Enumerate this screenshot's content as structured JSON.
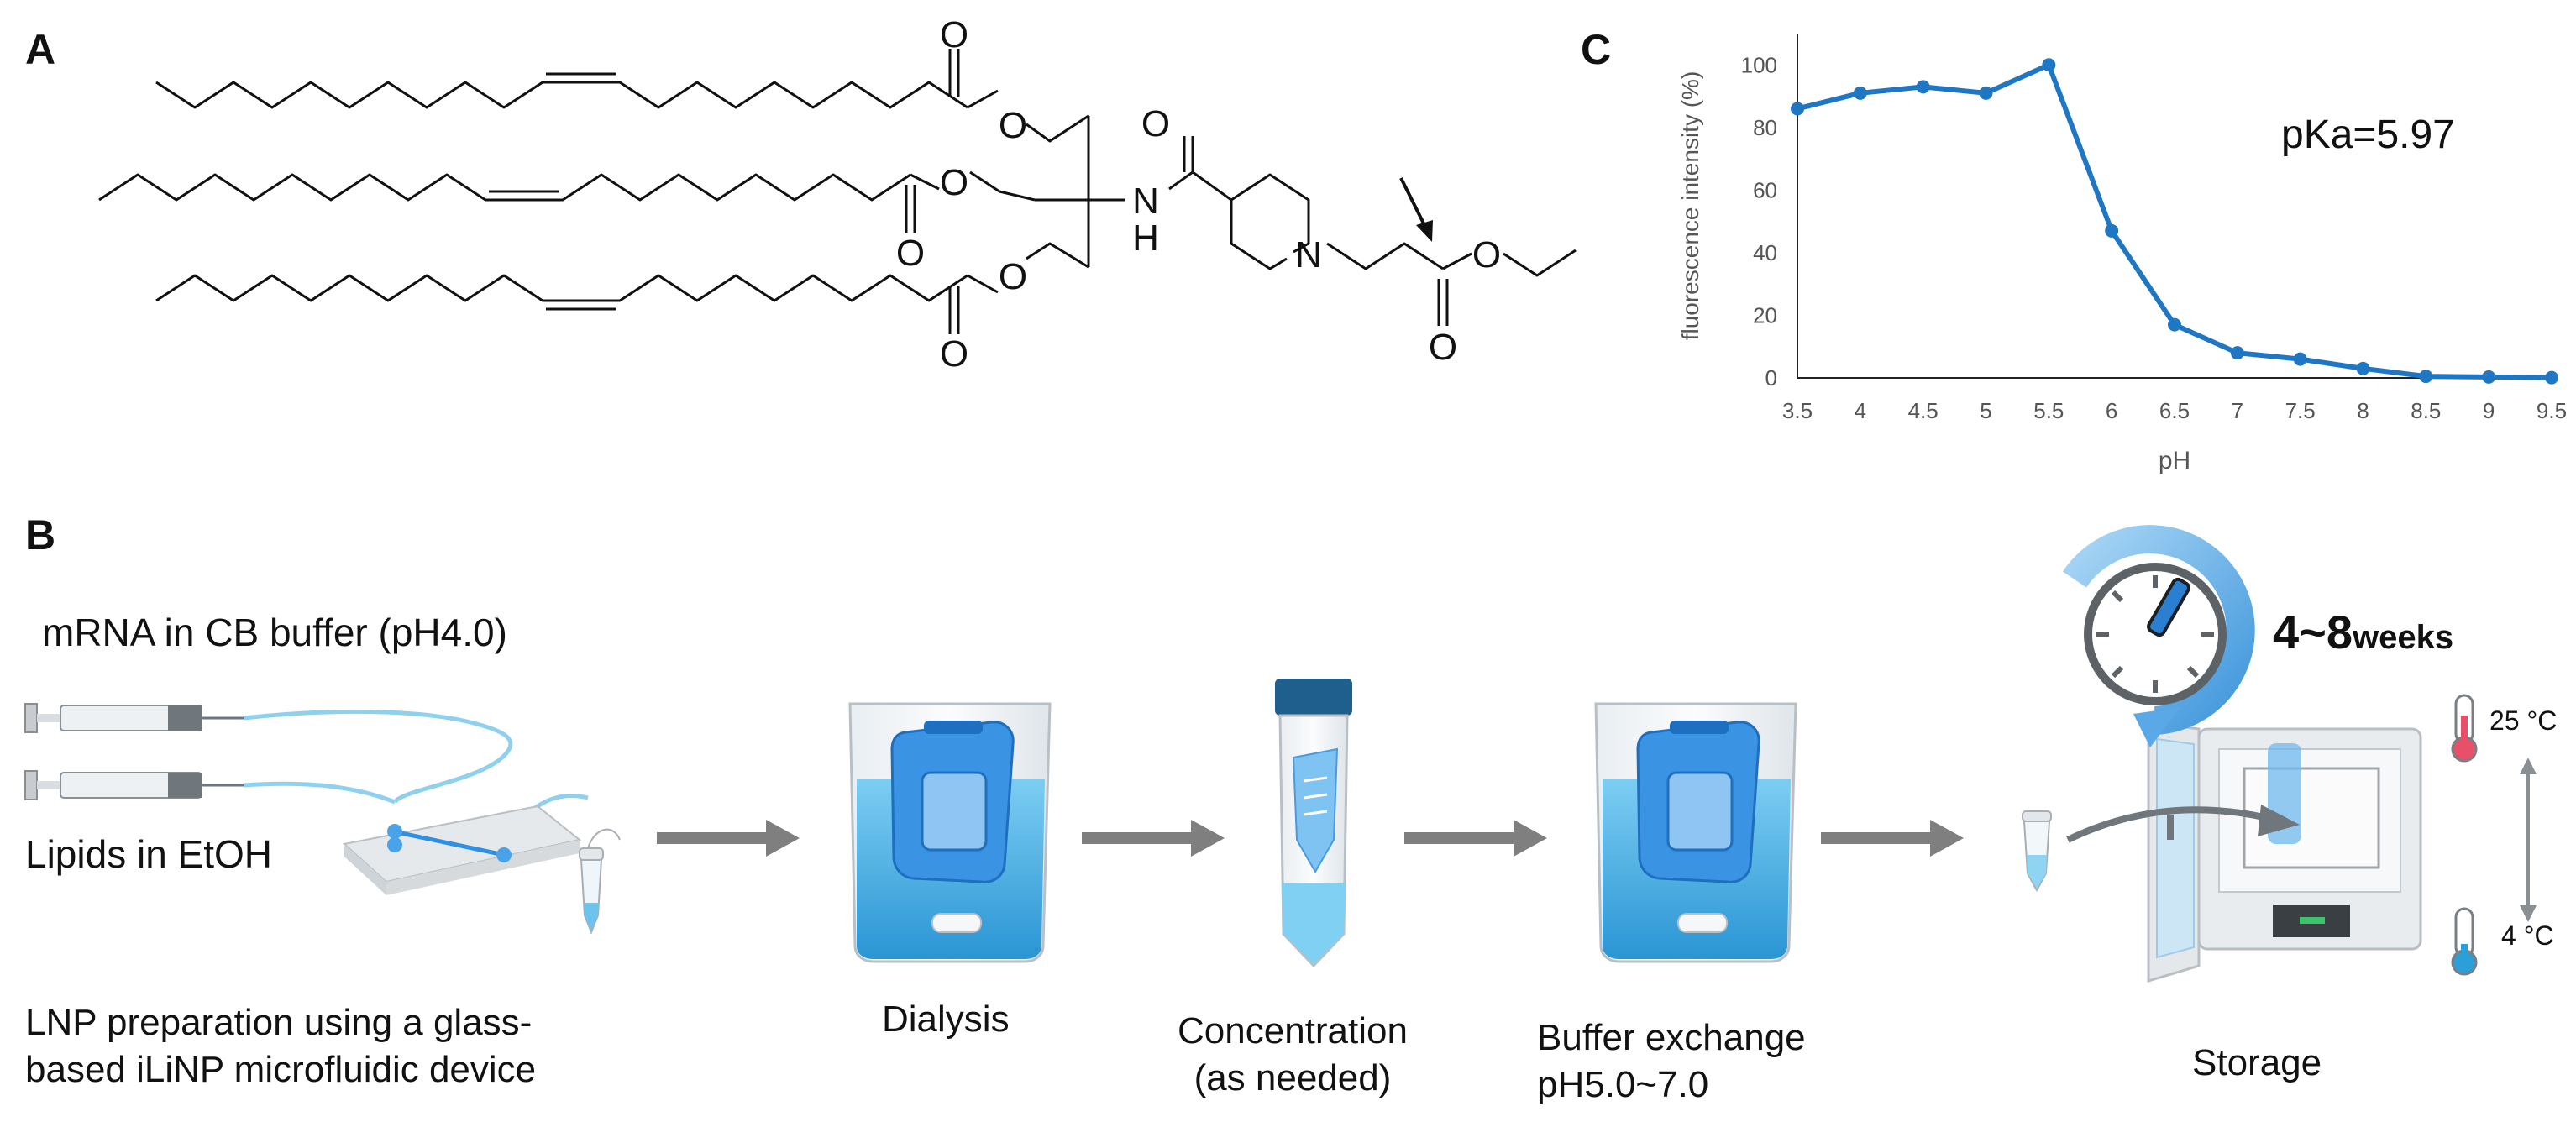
{
  "panels": {
    "a": "A",
    "b": "B",
    "c": "C"
  },
  "structure": {
    "carbonyl_o": "O",
    "ester_o": "O",
    "amide_nh": "N",
    "amide_h": "H",
    "piperidine_n": "N"
  },
  "workflow": {
    "mrna_label": "mRNA in CB buffer (pH4.0)",
    "lipids_label": "Lipids in EtOH",
    "step1_line1": "LNP preparation using a glass-",
    "step1_line2": "based iLiNP microfluidic device",
    "step2": "Dialysis",
    "step3_line1": "Concentration",
    "step3_line2": "(as needed)",
    "step4_line1": "Buffer exchange",
    "step4_line2": "pH5.0~7.0",
    "step5": "Storage",
    "duration_main": "4~8",
    "duration_unit": "weeks",
    "temp_high": "25 °C",
    "temp_low": "4 °C"
  },
  "colors": {
    "series": "#1f77c4",
    "arrow": "#7f7f7f",
    "water": "#4fb3e6",
    "cassette": "#2f8fe0",
    "clock": "#5aa9e6",
    "thermo_hot": "#e8506a",
    "thermo_cold": "#2a9fd8"
  },
  "chart_data": {
    "type": "line",
    "xlabel": "pH",
    "ylabel": "fluorescence intensity (%)",
    "annotation": "pKa=5.97",
    "x": [
      3.5,
      4,
      4.5,
      5,
      5.5,
      6,
      6.5,
      7,
      7.5,
      8,
      8.5,
      9,
      9.5
    ],
    "x_tick_labels": [
      "3.5",
      "4",
      "4.5",
      "5",
      "5.5",
      "6",
      "6.5",
      "7",
      "7.5",
      "8",
      "8.5",
      "9",
      "9.5"
    ],
    "y_tick_labels": [
      "0",
      "20",
      "40",
      "60",
      "80",
      "100"
    ],
    "y_ticks": [
      0,
      20,
      40,
      60,
      80,
      100
    ],
    "ylim": [
      0,
      110
    ],
    "grid": false,
    "series": [
      {
        "values": [
          86,
          91,
          93,
          91,
          100,
          47,
          17,
          8,
          6,
          3,
          0.5,
          0.3,
          0.1
        ]
      }
    ]
  }
}
